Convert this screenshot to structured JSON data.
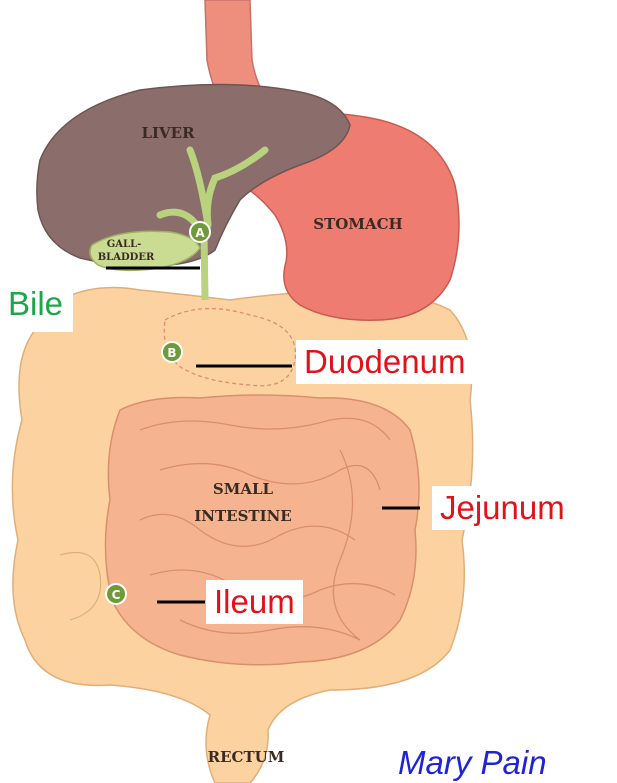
{
  "diagram": {
    "organ_labels": {
      "liver": "LIVER",
      "stomach": "STOMACH",
      "gallbladder_line1": "GALL-",
      "gallbladder_line2": "BLADDER",
      "small_intestine_line1": "SMALL",
      "small_intestine_line2": "INTESTINE",
      "rectum": "RECTUM"
    },
    "markers": {
      "a": "A",
      "b": "B",
      "c": "C"
    },
    "callouts": {
      "bile": "Bile",
      "duodenum": "Duodenum",
      "jejunum": "Jejunum",
      "ileum": "Ileum"
    },
    "credit": "Mary Pain"
  },
  "colors": {
    "liver": "#8b6e6c",
    "stomach": "#ef7c70",
    "intestine_large": "#fcd3a0",
    "intestine_small": "#f6b38f",
    "gallbladder": "#c9dc92",
    "marker_green": "#6e9a3a",
    "callout_green": "#1fa64a",
    "callout_red": "#e0131b",
    "credit_blue": "#1f24d6"
  }
}
